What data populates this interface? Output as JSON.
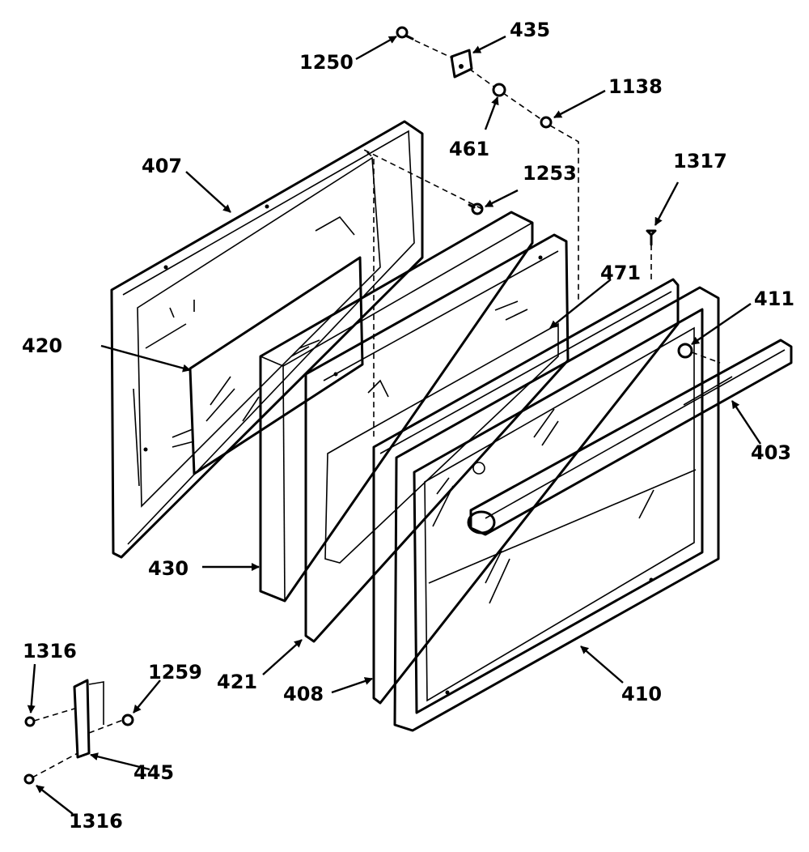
{
  "labels": {
    "p1250": "1250",
    "p435": "435",
    "p1138": "1138",
    "p461": "461",
    "p407": "407",
    "p1253": "1253",
    "p1317": "1317",
    "p471": "471",
    "p411": "411",
    "p420": "420",
    "p403": "403",
    "p430": "430",
    "p421": "421",
    "p408": "408",
    "p410": "410",
    "p1316a": "1316",
    "p1259": "1259",
    "p445": "445",
    "p1316b": "1316"
  }
}
